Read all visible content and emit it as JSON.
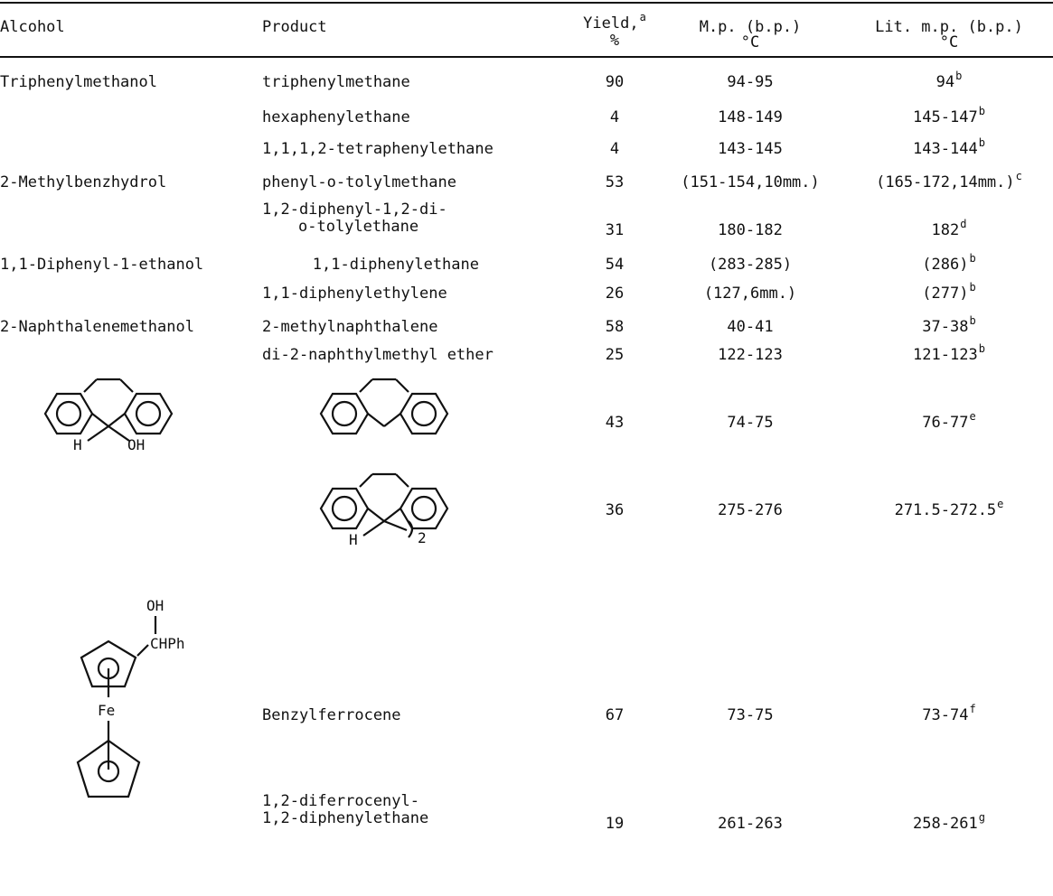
{
  "headers": {
    "alcohol": "Alcohol",
    "product": "Product",
    "yield": "Yield,",
    "yield_sup": "a",
    "yield_unit": "%",
    "mp": "M.p. (b.p.)",
    "mp_unit": "°C",
    "lit": "Lit. m.p. (b.p.)",
    "lit_unit": "°C"
  },
  "rows": [
    {
      "alcohol": "Triphenylmethanol",
      "product": "triphenylmethane",
      "yield": "90",
      "mp": "94-95",
      "lit": "94",
      "lit_sup": "b"
    },
    {
      "alcohol": "",
      "product": "hexaphenylethane",
      "yield": "4",
      "mp": "148-149",
      "lit": "145-147",
      "lit_sup": "b"
    },
    {
      "alcohol": "",
      "product": "1,1,1,2-tetraphenylethane",
      "yield": "4",
      "mp": "143-145",
      "lit": "143-144",
      "lit_sup": "b"
    },
    {
      "alcohol": "2-Methylbenzhydrol",
      "product": "phenyl-o-tolylmethane",
      "yield": "53",
      "mp": "(151-154,10mm.)",
      "lit": "(165-172,14mm.)",
      "lit_sup": "c"
    },
    {
      "alcohol": "",
      "product_line1": "1,2-diphenyl-1,2-di-",
      "product_line2": "o-tolylethane",
      "yield": "31",
      "mp": "180-182",
      "lit": "182",
      "lit_sup": "d"
    },
    {
      "alcohol": "1,1-Diphenyl-1-ethanol",
      "product": "1,1-diphenylethane",
      "yield": "54",
      "mp": "(283-285)",
      "lit": "(286)",
      "lit_sup": "b"
    },
    {
      "alcohol": "",
      "product": "1,1-diphenylethylene",
      "yield": "26",
      "mp": "(127,6mm.)",
      "lit": "(277)",
      "lit_sup": "b"
    },
    {
      "alcohol": "2-Naphthalenemethanol",
      "product": "2-methylnaphthalene",
      "yield": "58",
      "mp": "40-41",
      "lit": "37-38",
      "lit_sup": "b"
    },
    {
      "alcohol": "",
      "product": "di-2-naphthylmethyl ether",
      "yield": "25",
      "mp": "122-123",
      "lit": "121-123",
      "lit_sup": "b"
    },
    {
      "alcohol": "",
      "product": "",
      "yield": "43",
      "mp": "74-75",
      "lit": "76-77",
      "lit_sup": "e"
    },
    {
      "alcohol": "",
      "product": "",
      "yield": "36",
      "mp": "275-276",
      "lit": "271.5-272.5",
      "lit_sup": "e"
    },
    {
      "alcohol": "",
      "product": "Benzylferrocene",
      "yield": "67",
      "mp": "73-75",
      "lit": "73-74",
      "lit_sup": "f"
    },
    {
      "alcohol": "",
      "product_line1": "1,2-diferrocenyl-",
      "product_line2": "1,2-diphenylethane",
      "yield": "19",
      "mp": "261-263",
      "lit": "258-261",
      "lit_sup": "g"
    }
  ],
  "structure_labels": {
    "h": "H",
    "oh": "OH",
    "two": "2",
    "chph": "CHPh",
    "fe": "Fe"
  }
}
